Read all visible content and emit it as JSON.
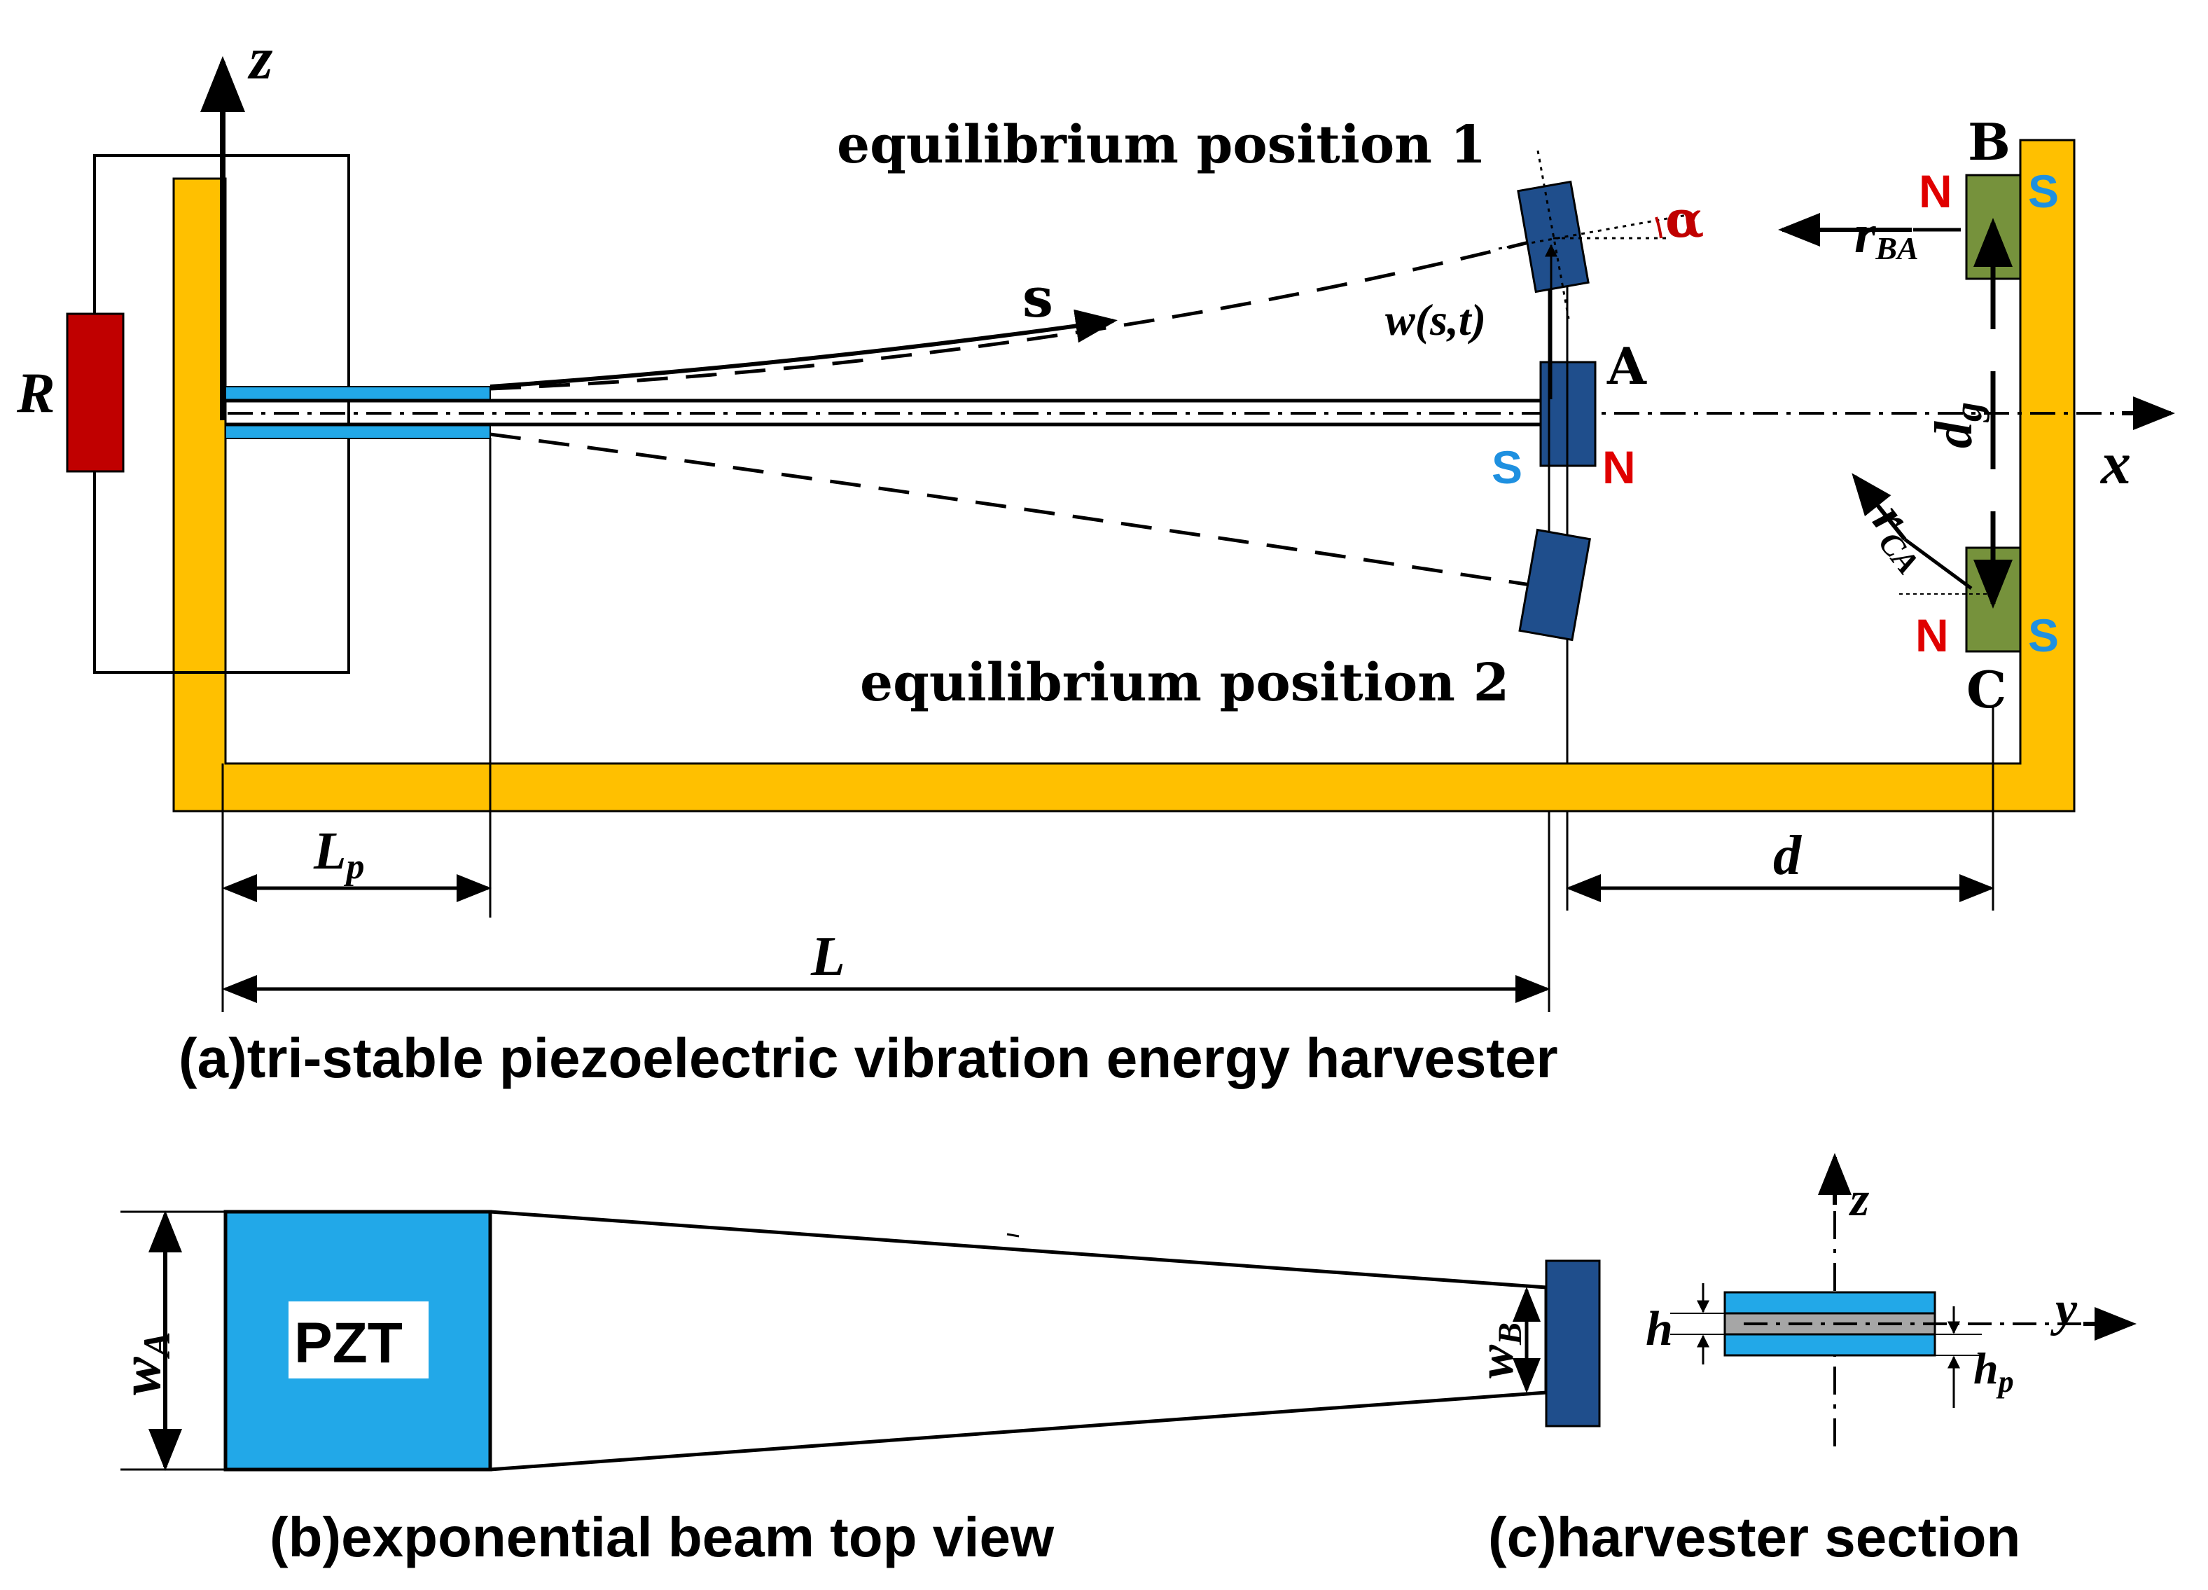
{
  "labels": {
    "z_axis": "z",
    "x_axis": "x",
    "resistor": "R",
    "eq_pos_1": "equilibrium position 1",
    "eq_pos_2": "equilibrium position 2",
    "s_coord": "s",
    "deflection": "w(s,t)",
    "alpha": "α",
    "magnet_a": "A",
    "magnet_b": "B",
    "magnet_c": "C",
    "pole_n": "N",
    "pole_s": "S",
    "r_ba_main": "r",
    "r_ba_sub": "BA",
    "r_ca_main": "r",
    "r_ca_sub": "CA",
    "dg_main": "d",
    "dg_sub": "g",
    "dim_lp_main": "L",
    "dim_lp_sub": "p",
    "dim_l": "L",
    "dim_d": "d",
    "pzt": "PZT",
    "wa_main": "w",
    "wa_sub": "A",
    "wb_main": "w",
    "wb_sub": "B",
    "sec_z": "z",
    "sec_y": "y",
    "sec_h": "h",
    "sec_hp_main": "h",
    "sec_hp_sub": "p"
  },
  "captions": {
    "a": "(a)tri-stable piezoelectric vibration energy harvester",
    "b": "(b)exponential beam top view",
    "c": "(c)harvester section"
  },
  "colors": {
    "frame": "#FFC000",
    "resistor": "#C00000",
    "piezo": "#22A8E8",
    "tip_magnet": "#1F4E8C",
    "fixed_magnet": "#76923C",
    "pole_n": "#E00000",
    "pole_s": "#1E90E0",
    "alpha": "#C00000",
    "substrate": "#A6A6A6"
  }
}
